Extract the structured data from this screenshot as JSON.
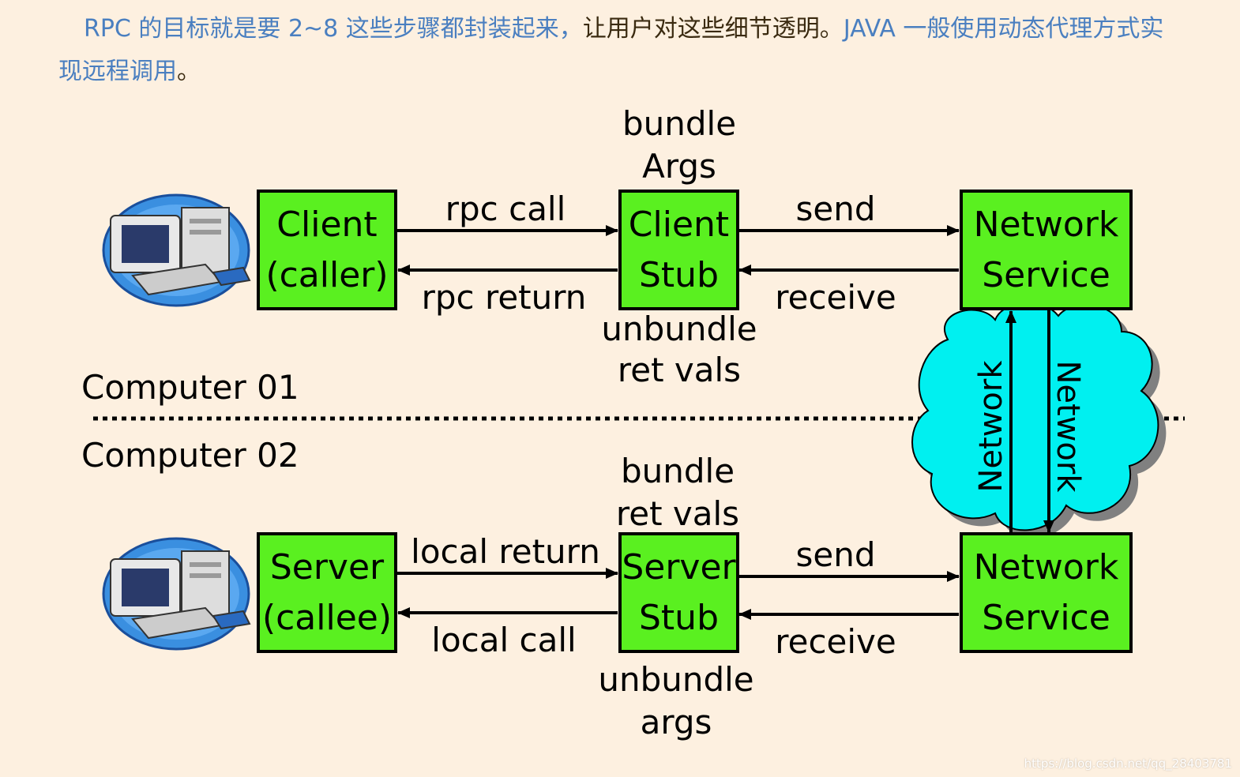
{
  "intro": {
    "part1": "RPC 的目标就是要 2~8 这些步骤都封装起来，",
    "part2": "让用户对这些细节透明。",
    "part3": "JAVA 一般使用动态代理方式实现远程调用",
    "part4": "。"
  },
  "computer1": {
    "label": "Computer 01"
  },
  "computer2": {
    "label": "Computer 02"
  },
  "client": {
    "line1": "Client",
    "line2": "(caller)"
  },
  "client_stub": {
    "line1": "Client",
    "line2": "Stub",
    "top1": "bundle",
    "top2": "Args",
    "bottom1": "unbundle",
    "bottom2": "ret vals"
  },
  "network_service_top": {
    "line1": "Network",
    "line2": "Service"
  },
  "server": {
    "line1": "Server",
    "line2": "(callee)"
  },
  "server_stub": {
    "line1": "Server",
    "line2": "Stub",
    "top1": "bundle",
    "top2": "ret vals",
    "bottom1": "unbundle",
    "bottom2": "args"
  },
  "network_service_bottom": {
    "line1": "Network",
    "line2": "Service"
  },
  "arrows": {
    "rpc_call": "rpc call",
    "rpc_return": "rpc return",
    "send_top": "send",
    "receive_top": "receive",
    "local_return": "local return",
    "local_call": "local call",
    "send_bottom": "send",
    "receive_bottom": "receive"
  },
  "cloud": {
    "left_label": "Network",
    "right_label": "Network"
  },
  "colors": {
    "box": "#5af020",
    "cloud": "#00f0f0",
    "background": "#fdf0e0",
    "intro_text": "#4a7fc0"
  },
  "watermark": "https://blog.csdn.net/qq_28403781"
}
